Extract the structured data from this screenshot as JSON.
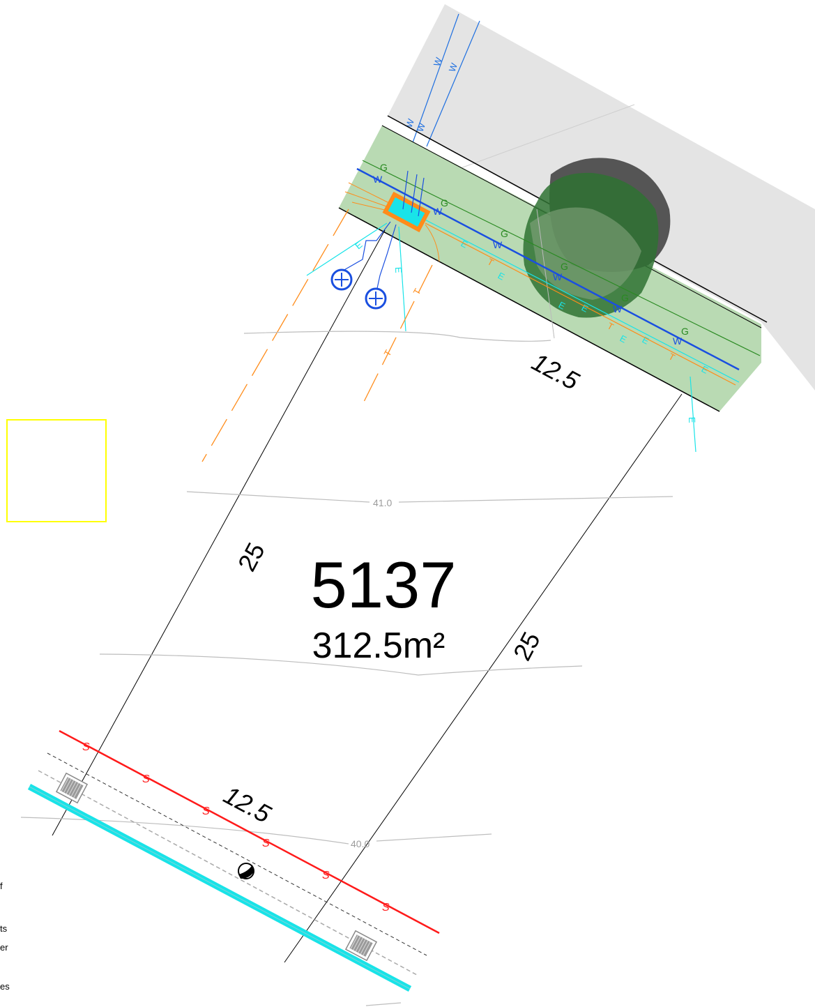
{
  "lot": {
    "number": "5137",
    "area": "312.5m²",
    "front_width": "12.5",
    "rear_width": "12.5",
    "left_depth": "25",
    "right_depth": "25"
  },
  "contours": {
    "upper": "41.0",
    "lower": "40.0"
  },
  "services": {
    "water": "W",
    "gas": "G",
    "electric": "E",
    "telecom": "T",
    "sewer": "S"
  },
  "colors": {
    "verge": "#b9dab3",
    "road": "#e4e4e4",
    "water": "#1a4fe0",
    "gas": "#2a8a22",
    "electric": "#19e3e8",
    "telecom": "#ff8c1a",
    "sewer": "#ff1a1a",
    "tree_canopy": "#2f7232",
    "tree_shadow": "#555555",
    "kerb": "#19e3e8",
    "marker_box": "#ffff00"
  },
  "edge_text": [
    "f",
    "ts",
    "er",
    "es"
  ]
}
